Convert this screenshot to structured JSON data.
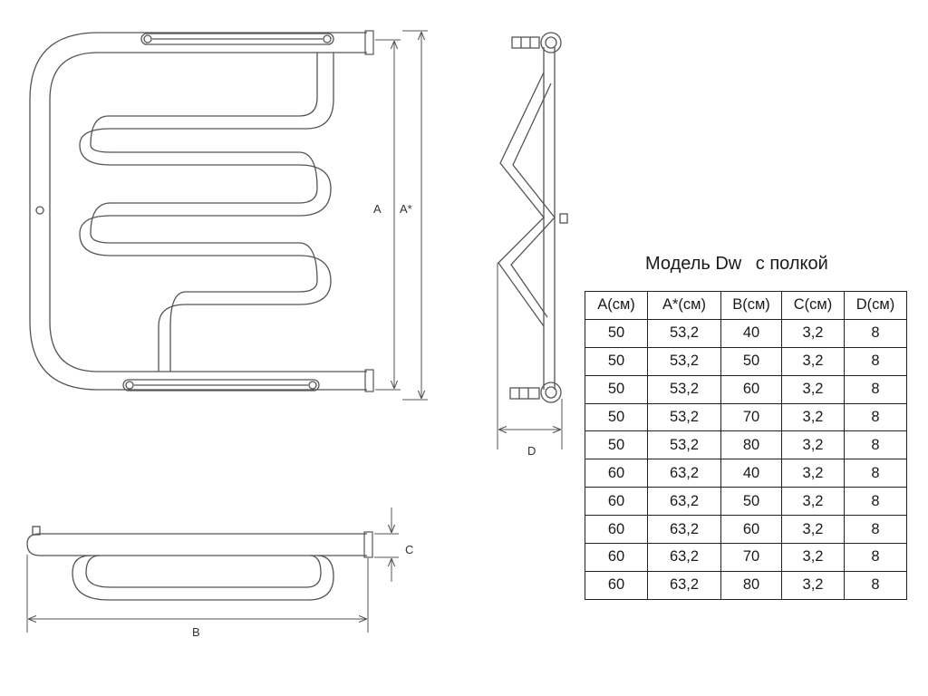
{
  "model_title": "Модель Dw",
  "model_subtitle": "с полкой",
  "dimension_labels": {
    "a": "A",
    "a_star": "A*",
    "b": "B",
    "c": "C",
    "d": "D"
  },
  "table": {
    "headers": [
      "A(см)",
      "A*(см)",
      "B(см)",
      "C(см)",
      "D(см)"
    ],
    "rows": [
      [
        "50",
        "53,2",
        "40",
        "3,2",
        "8"
      ],
      [
        "50",
        "53,2",
        "50",
        "3,2",
        "8"
      ],
      [
        "50",
        "53,2",
        "60",
        "3,2",
        "8"
      ],
      [
        "50",
        "53,2",
        "70",
        "3,2",
        "8"
      ],
      [
        "50",
        "53,2",
        "80",
        "3,2",
        "8"
      ],
      [
        "60",
        "63,2",
        "40",
        "3,2",
        "8"
      ],
      [
        "60",
        "63,2",
        "50",
        "3,2",
        "8"
      ],
      [
        "60",
        "63,2",
        "60",
        "3,2",
        "8"
      ],
      [
        "60",
        "63,2",
        "70",
        "3,2",
        "8"
      ],
      [
        "60",
        "63,2",
        "80",
        "3,2",
        "8"
      ]
    ]
  },
  "colors": {
    "line": "#555555",
    "text": "#1a1a1a"
  }
}
